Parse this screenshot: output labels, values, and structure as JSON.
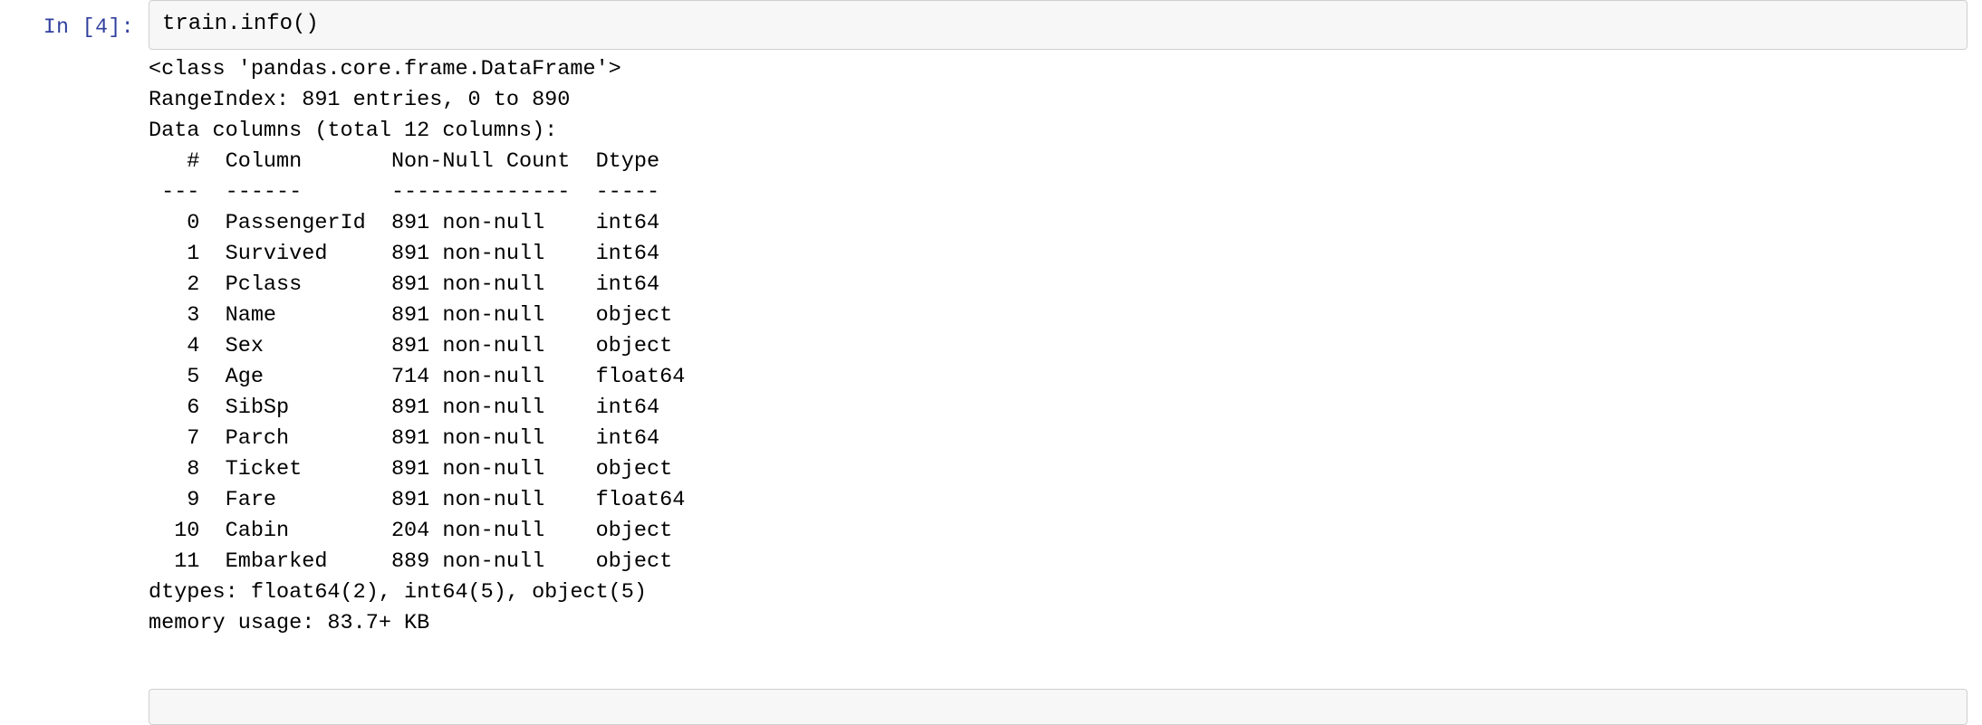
{
  "cell": {
    "prompt": "In [4]:",
    "code": "train.info()"
  },
  "output": {
    "header_lines": [
      "<class 'pandas.core.frame.DataFrame'>",
      "RangeIndex: 891 entries, 0 to 890",
      "Data columns (total 12 columns):"
    ],
    "table_header": {
      "index": "#",
      "column": "Column",
      "non_null": "Non-Null Count",
      "dtype": "Dtype"
    },
    "table_rule": {
      "index": "---",
      "column": "------",
      "non_null": "--------------",
      "dtype": "-----"
    },
    "rows": [
      {
        "index": "0",
        "column": "PassengerId",
        "non_null": "891 non-null",
        "dtype": "int64"
      },
      {
        "index": "1",
        "column": "Survived",
        "non_null": "891 non-null",
        "dtype": "int64"
      },
      {
        "index": "2",
        "column": "Pclass",
        "non_null": "891 non-null",
        "dtype": "int64"
      },
      {
        "index": "3",
        "column": "Name",
        "non_null": "891 non-null",
        "dtype": "object"
      },
      {
        "index": "4",
        "column": "Sex",
        "non_null": "891 non-null",
        "dtype": "object"
      },
      {
        "index": "5",
        "column": "Age",
        "non_null": "714 non-null",
        "dtype": "float64"
      },
      {
        "index": "6",
        "column": "SibSp",
        "non_null": "891 non-null",
        "dtype": "int64"
      },
      {
        "index": "7",
        "column": "Parch",
        "non_null": "891 non-null",
        "dtype": "int64"
      },
      {
        "index": "8",
        "column": "Ticket",
        "non_null": "891 non-null",
        "dtype": "object"
      },
      {
        "index": "9",
        "column": "Fare",
        "non_null": "891 non-null",
        "dtype": "float64"
      },
      {
        "index": "10",
        "column": "Cabin",
        "non_null": "204 non-null",
        "dtype": "object"
      },
      {
        "index": "11",
        "column": "Embarked",
        "non_null": "889 non-null",
        "dtype": "object"
      }
    ],
    "footer_lines": [
      "dtypes: float64(2), int64(5), object(5)",
      "memory usage: 83.7+ KB"
    ]
  },
  "next_cell": {
    "prompt": "",
    "code": ""
  },
  "colors": {
    "prompt_blue": "#303f9f",
    "cell_background": "#f7f7f7",
    "cell_border": "#cfcfcf",
    "text": "#000000",
    "page_background": "#ffffff"
  }
}
